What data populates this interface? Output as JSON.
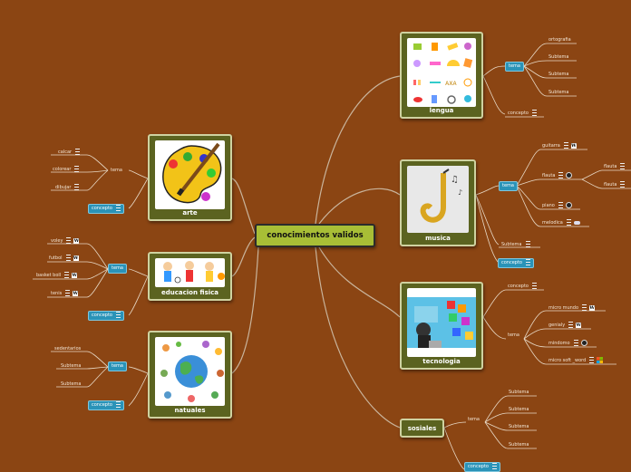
{
  "central": "conocimientos validos",
  "topics": {
    "lengua": {
      "label": "lengua",
      "tema": "tema",
      "items": [
        "ortografia",
        "Subtema",
        "Subtema",
        "Subtema"
      ],
      "concepto": "concepto"
    },
    "musica": {
      "label": "musica",
      "tema": "tema",
      "items": [
        "guitarra",
        "flauta",
        "piano",
        "melodica"
      ],
      "flauta_children": [
        "flauta",
        "flauta"
      ],
      "subtema": "Subtema",
      "concepto": "concepto"
    },
    "tecnologia": {
      "label": "tecnologia",
      "concepto": "concepto",
      "tema": "tema",
      "items": [
        "micro mundo",
        "genialy",
        "mindomo",
        "micro soft _word"
      ]
    },
    "sosiales": {
      "label": "sosiales",
      "tema": "tema",
      "items": [
        "Subtema",
        "Subtema",
        "Subtema",
        "Subtema"
      ],
      "concepto": "concepto"
    },
    "arte": {
      "label": "arte",
      "tema": "tema",
      "items": [
        "calcar",
        "colorear",
        "dibujar"
      ],
      "concepto": "concepto"
    },
    "educacion": {
      "label": "educacion fisica",
      "tema": "tema",
      "items": [
        "voley",
        "futbol",
        "basket boll",
        "tenis"
      ],
      "concepto": "concepto"
    },
    "natuales": {
      "label": "natuales",
      "tema": "tema",
      "items": [
        "sedentarios",
        "Subtema",
        "Subtema"
      ],
      "concepto": "concepto"
    }
  },
  "colors": {
    "background": "#8B4513",
    "node": "#5b6320",
    "central": "#a8be36",
    "pill": "#2a93b8",
    "link": "#c9b49c"
  },
  "icons": {
    "note": "note-icon",
    "wikipedia": "wikipedia-icon",
    "globe": "globe-icon",
    "windows": "windows-icon"
  }
}
